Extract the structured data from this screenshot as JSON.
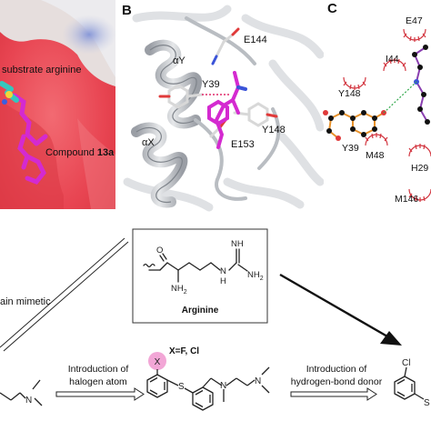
{
  "panel_a": {
    "label_substrate": "substrate arginine",
    "label_compound_prefix": "Compound ",
    "label_compound_id": "13a"
  },
  "panel_b": {
    "letter": "B",
    "labels": {
      "alphaY": "αY",
      "alphaX": "αX",
      "e144": "E144",
      "y39": "Y39",
      "y148": "Y148",
      "e153": "E153"
    }
  },
  "panel_c": {
    "letter": "C",
    "labels": {
      "e47": "E47",
      "i44": "I44",
      "y148": "Y148",
      "y39": "Y39",
      "m48": "M48",
      "h29": "H29",
      "m146": "M146"
    }
  },
  "scheme": {
    "arginine_box_title": "Arginine",
    "arginine_atoms": {
      "o": "O",
      "nh_imine": "NH",
      "nh_amide": "N",
      "h_amide": "H",
      "nh2_side": "NH",
      "nh2_terminal": "NH",
      "nh2_alpha": "NH",
      "sub2": "2"
    },
    "chain_mimetic_text": "ain mimetic",
    "step1_line1": "Introduction of",
    "step1_line2": "halogen atom",
    "halogen_label": "X=F, Cl",
    "x_atom": "X",
    "s_atom": "S",
    "n_atom": "N",
    "step2_line1": "Introduction of",
    "step2_line2": "hydrogen-bond donor",
    "cl_atom": "Cl",
    "s_atom_right": "S"
  },
  "colors": {
    "surface_red": "#e8454f",
    "surface_blue": "#8fa0d8",
    "ligand_magenta": "#d42ad0",
    "ribbon_gray": "#c9ccd0",
    "carbon_orange": "#e8912a",
    "residue_arc_red": "#d2343e",
    "hbond_green": "#2fa84a",
    "x_highlight": "#f2a6d6"
  }
}
